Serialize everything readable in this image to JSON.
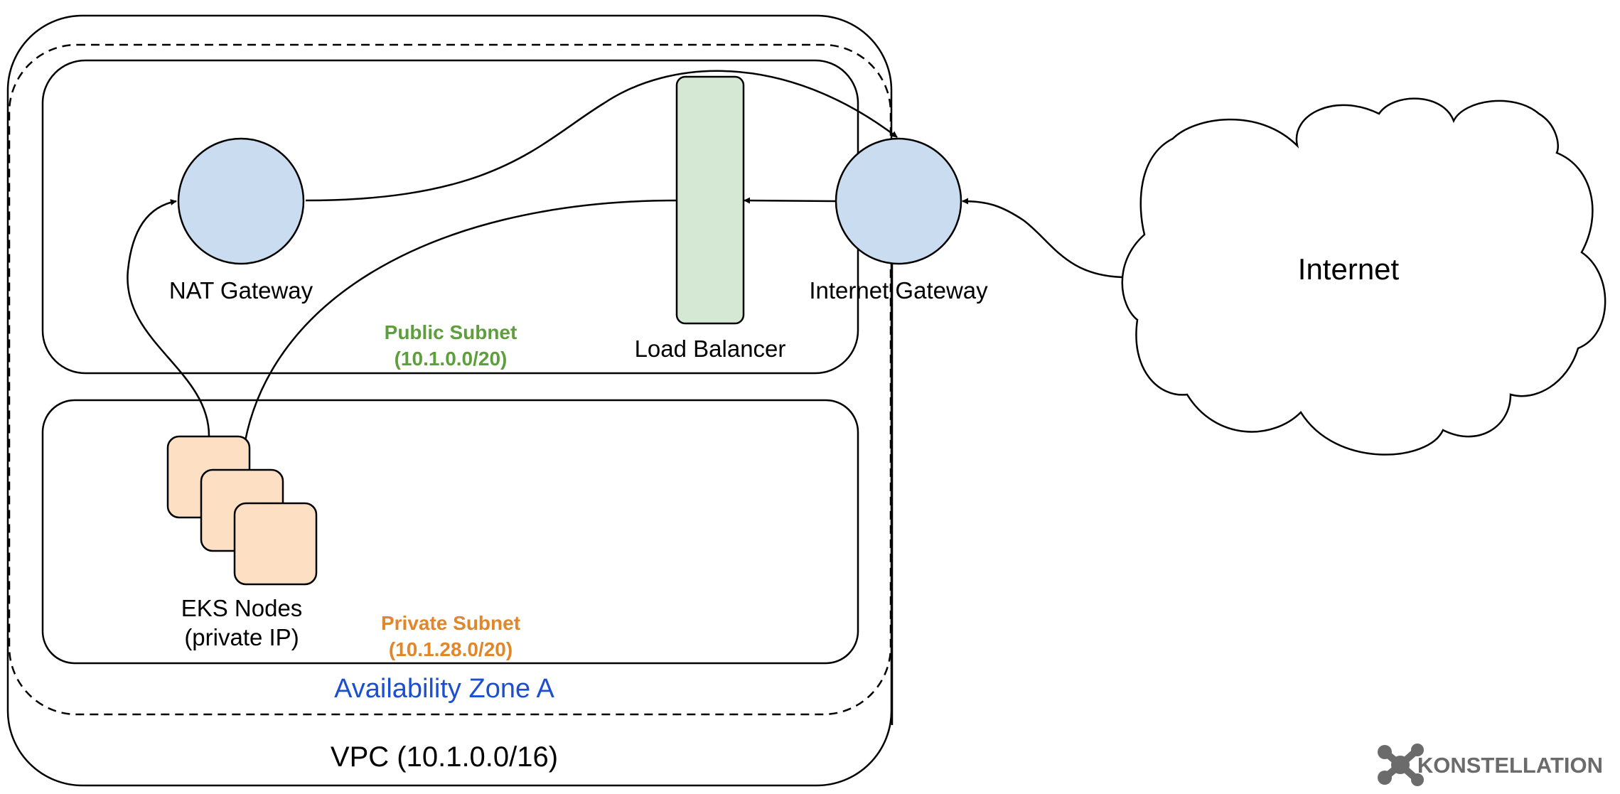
{
  "labels": {
    "vpc": "VPC (10.1.0.0/16)",
    "availability_zone": "Availability Zone A",
    "public_subnet_name": "Public Subnet",
    "public_subnet_cidr": "(10.1.0.0/20)",
    "private_subnet_name": "Private Subnet",
    "private_subnet_cidr": "(10.1.28.0/20)",
    "nat_gateway": "NAT Gateway",
    "internet_gateway": "Internet Gateway",
    "load_balancer": "Load Balancer",
    "eks_nodes_line1": "EKS Nodes",
    "eks_nodes_line2": "(private IP)",
    "internet": "Internet"
  },
  "brand": {
    "name": "KONSTELLATION",
    "logo_icon": "konstellation-logo-icon"
  },
  "colors": {
    "gateway_fill": "#c9dcf0",
    "load_balancer_fill": "#d5e8d4",
    "node_fill": "#fde0c4",
    "public_subnet_label": "#5e9e3c",
    "private_subnet_label": "#e0862b",
    "availability_zone_label": "#1c4fcf",
    "stroke": "#000000",
    "brand": "#6b6b6b"
  }
}
